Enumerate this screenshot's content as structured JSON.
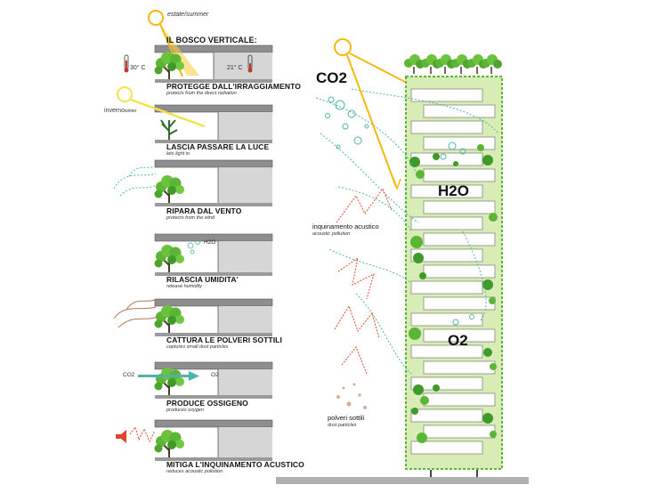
{
  "season": {
    "summer": "estate/summer",
    "winter_main": "inverno",
    "winter_sub": "winter"
  },
  "header": {
    "title": "IL BOSCO VERTICALE:"
  },
  "temperatures": {
    "hot": "30° C",
    "cool": "21° C"
  },
  "panels": [
    {
      "title": "PROTEGGE DALL'IRRAGGIAMENTO",
      "subtitle": "protects from the direct radiation"
    },
    {
      "title": "LASCIA PASSARE LA LUCE",
      "subtitle": "lets light in"
    },
    {
      "title": "RIPARA  DAL VENTO",
      "subtitle": "protects from the wind"
    },
    {
      "title": "RILASCIA UMIDITA'",
      "subtitle": "release humidity"
    },
    {
      "title": "CATTURA LE POLVERI SOTTILI",
      "subtitle": "captures small dust particles"
    },
    {
      "title": "PRODUCE OSSIGENO",
      "subtitle": "produces oxygen"
    },
    {
      "title": "MITIGA L'INQUINAMENTO ACUSTICO",
      "subtitle": "reduces acoustic pollution"
    }
  ],
  "panel_labels": {
    "h2o": "H2O",
    "co2": "CO2",
    "o2": "O2"
  },
  "tower": {
    "co2": "CO2",
    "h2o": "H2O",
    "o2": "O2",
    "noise_title": "inquinamento acustico",
    "noise_sub": "acoustic pollution",
    "dust_title": "polveri sottili",
    "dust_sub": "dust particles"
  },
  "colors": {
    "leaf": "#5cb535",
    "leaf_dark": "#2f7d2a",
    "trunk": "#5a4a3a",
    "sun": "#f6b80f",
    "floor": "#9a9a9a",
    "tower_fill": "#d8edb6",
    "noise": "#e0452b",
    "flow": "#4fb3a8"
  }
}
